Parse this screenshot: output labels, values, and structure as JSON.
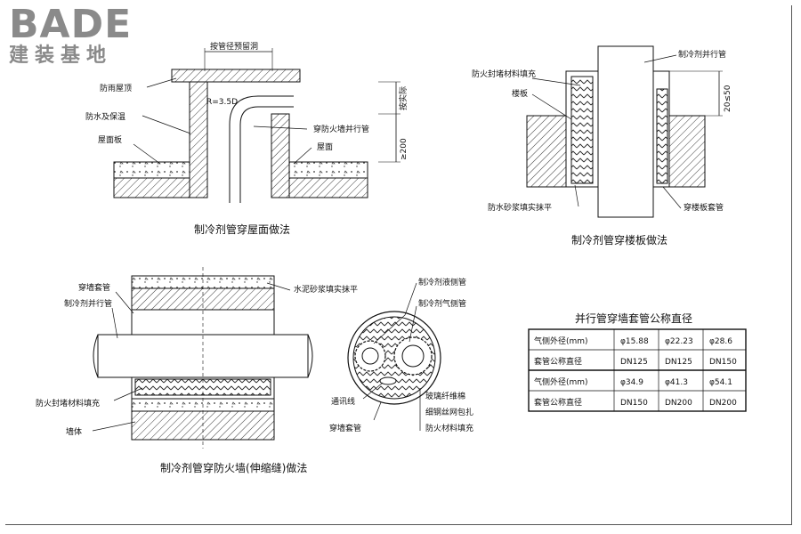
{
  "logo": {
    "main": "BADE",
    "sub": "建装基地"
  },
  "roof": {
    "title": "制冷剂管穿屋面做法",
    "labels": {
      "reserved_hole": "按管径预留洞",
      "rain_cap": "防雨屋顶",
      "waterproof": "防水及保温",
      "roof_slab": "屋面板",
      "radius": "R=3.5D",
      "pipe": "穿防火墙并行管",
      "roof_surface": "屋面",
      "dim_top": "按实际",
      "dim_200": "≥200"
    }
  },
  "floor": {
    "title": "制冷剂管穿楼板做法",
    "labels": {
      "pipe": "制冷剂并行管",
      "fire_fill": "防火封堵材料填充",
      "slab": "楼板",
      "dim": "20≤50",
      "mortar": "防水砂浆填实抹平",
      "sleeve": "穿楼板套管"
    }
  },
  "wall": {
    "title": "制冷剂管穿防火墙(伸缩缝)做法",
    "labels": {
      "sleeve": "穿墙套管",
      "pipe": "制冷剂并行管",
      "mortar": "水泥砂浆填实抹平",
      "fire_fill": "防火封堵材料填充",
      "wall": "墙体"
    }
  },
  "section": {
    "labels": {
      "liquid": "制冷剂液侧管",
      "gas": "制冷剂气侧管",
      "comm": "通讯线",
      "sleeve": "穿墙套管",
      "glass": "玻璃纤维棉",
      "wire": "细钢丝网包扎",
      "fire": "防火材料填充"
    }
  },
  "table": {
    "title": "并行管穿墙套管公称直径",
    "rows": [
      [
        "气侧外径(mm)",
        "φ15.88",
        "φ22.23",
        "φ28.6"
      ],
      [
        "套管公称直径",
        "DN125",
        "DN125",
        "DN150"
      ],
      [
        "气侧外径(mm)",
        "φ34.9",
        "φ41.3",
        "φ54.1"
      ],
      [
        "套管公称直径",
        "DN150",
        "DN200",
        "DN200"
      ]
    ]
  }
}
